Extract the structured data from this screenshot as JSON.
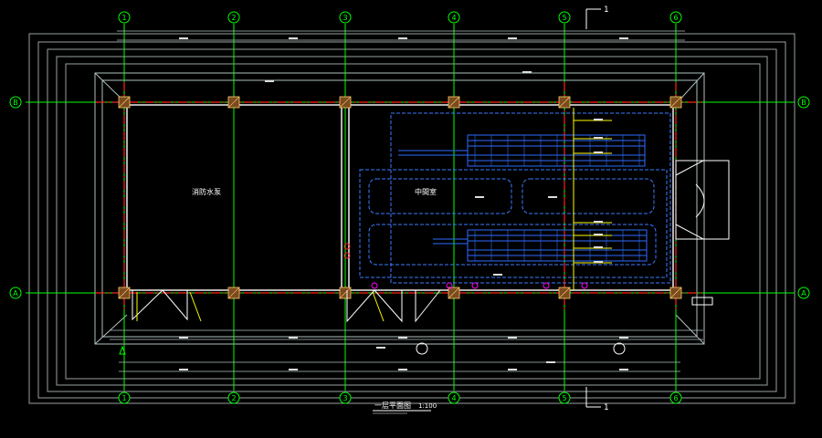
{
  "drawing": {
    "background": "#000000",
    "colors": {
      "grid": "#00ff00",
      "axis": "#ff2020",
      "wall": "#ffffff",
      "outline": "#b0c0c0",
      "equipment": "#3a7bff",
      "text": "#ffffff",
      "accent": "#ffff00",
      "magenta": "#ff00ff",
      "cyan": "#00e5ff"
    },
    "column_labels": [
      "1",
      "2",
      "3",
      "4",
      "5",
      "6"
    ],
    "row_labels": [
      "B",
      "A"
    ],
    "section_marker": "1",
    "room_labels": [
      "消防水泵",
      "中間室"
    ],
    "title": "一层平面图",
    "scale": "1:100"
  }
}
